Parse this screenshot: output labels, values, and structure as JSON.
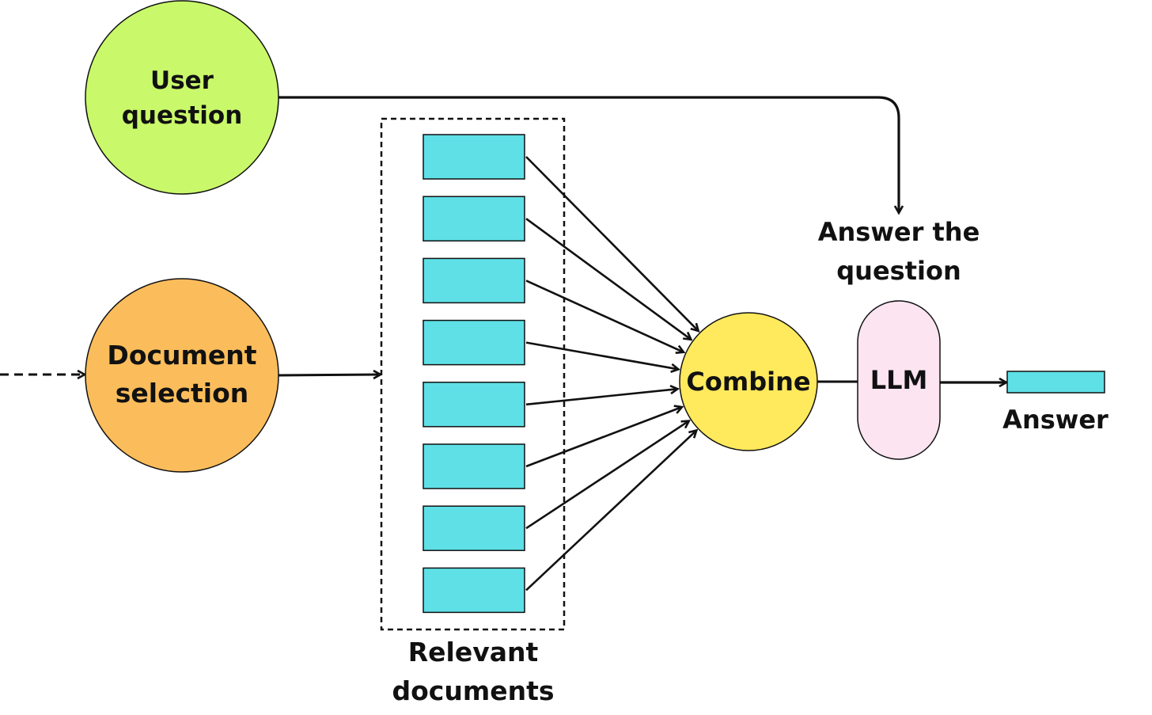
{
  "nodes": {
    "user_question": {
      "line1": "User",
      "line2": "question",
      "color": "#c9f96a"
    },
    "document_selection": {
      "line1": "Document",
      "line2": "selection",
      "color": "#fbbd5b"
    },
    "combine": {
      "label": "Combine",
      "color": "#ffe95c"
    },
    "llm": {
      "label": "LLM",
      "color": "#fce4f1"
    }
  },
  "labels": {
    "answer_the_question_line1": "Answer the",
    "answer_the_question_line2": "question",
    "relevant_documents_line1": "Relevant",
    "relevant_documents_line2": "documents",
    "answer": "Answer"
  },
  "documents": {
    "count": 8,
    "color": "#5ee0e6"
  },
  "answer_box": {
    "color": "#5ee0e6"
  },
  "stroke_color": "#111111"
}
